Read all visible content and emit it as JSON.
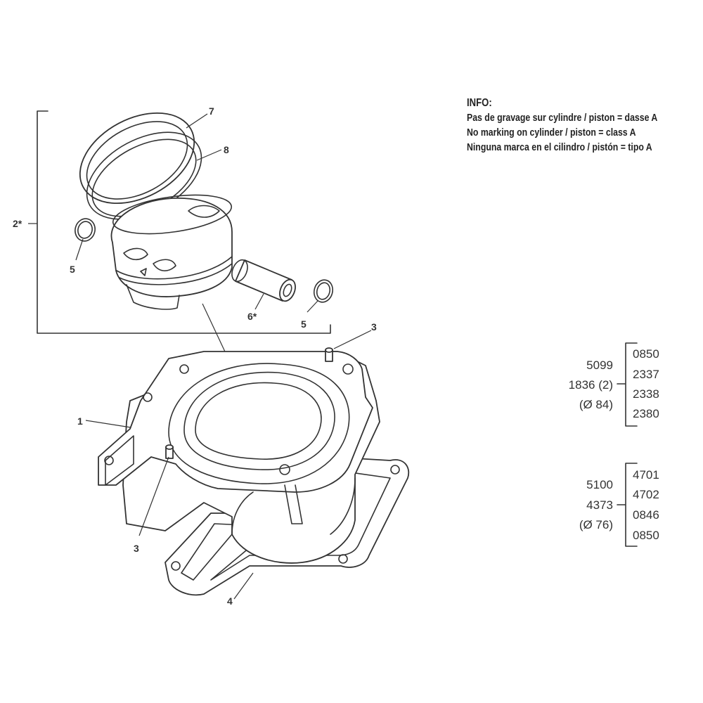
{
  "info": {
    "title": "INFO:",
    "line_fr": "Pas de gravage sur cylindre / piston = dasse A",
    "line_en": "No marking on cylinder / piston = class A",
    "line_es": "Ninguna marca en el cilindro / pistón = tipo A"
  },
  "callouts": {
    "p1": "1",
    "p2": "2*",
    "p3_top": "3",
    "p3_bottom": "3",
    "p4": "4",
    "p5_left": "5",
    "p5_right": "5",
    "p6": "6*",
    "p7": "7",
    "p8": "8"
  },
  "variants": [
    {
      "left": [
        "5099",
        "1836 (2)",
        "(Ø 84)"
      ],
      "right": [
        "0850",
        "2337",
        "2338",
        "2380"
      ]
    },
    {
      "left": [
        "5100",
        "4373",
        "(Ø 76)"
      ],
      "right": [
        "4701",
        "4702",
        "0846",
        "0850"
      ]
    }
  ]
}
